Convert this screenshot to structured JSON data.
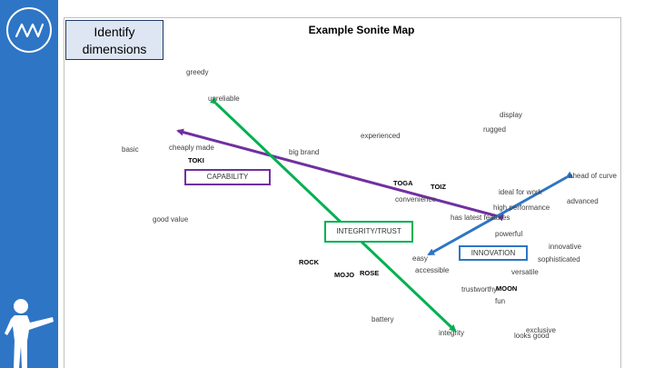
{
  "sidebar": {
    "logo_text": "NW",
    "figure_icon": "person-pointing-icon"
  },
  "callout": {
    "line1": "Identify",
    "line2": "dimensions"
  },
  "title": "Example Sonite Map",
  "attributes": {
    "greedy": "greedy",
    "unreliable": "unreliable",
    "display": "display",
    "rugged": "rugged",
    "experienced": "experienced",
    "basic": "basic",
    "cheaply_made": "cheaply made",
    "big_brand": "big brand",
    "ahead_of_curve": "ahead of curve",
    "ideal_for_work": "ideal for work",
    "convenience": "convenience",
    "advanced": "advanced",
    "high_performance": "high performance",
    "has_latest_features": "has latest features",
    "good_value": "good value",
    "powerful": "powerful",
    "innovative": "innovative",
    "sophisticated": "sophisticated",
    "easy": "easy",
    "accessible": "accessible",
    "versatile": "versatile",
    "trustworthy": "trustworthy",
    "fun": "fun",
    "battery": "battery",
    "integrity": "integrity",
    "exclusive": "exclusive",
    "looks_good": "looks good"
  },
  "brands": {
    "toki": "TOKI",
    "toga": "TOGA",
    "toiz": "TOIZ",
    "rock": "ROCK",
    "mojo": "MOJO",
    "rose": "ROSE",
    "moon": "MOON"
  },
  "dimensions": {
    "capability": {
      "label": "CAPABILITY",
      "color": "#7030a0"
    },
    "integrity_trust": {
      "label": "INTEGRITY/TRUST",
      "color": "#00b050"
    },
    "innovation": {
      "label": "INNOVATION",
      "color": "#2e75c5"
    }
  },
  "colors": {
    "sidebar": "#2e75c5",
    "callout_fill": "#dde6f2",
    "callout_border": "#1f3864",
    "purple_arrow": "#7030a0",
    "green_arrow": "#00b050",
    "blue_arrow": "#2e75c5"
  }
}
